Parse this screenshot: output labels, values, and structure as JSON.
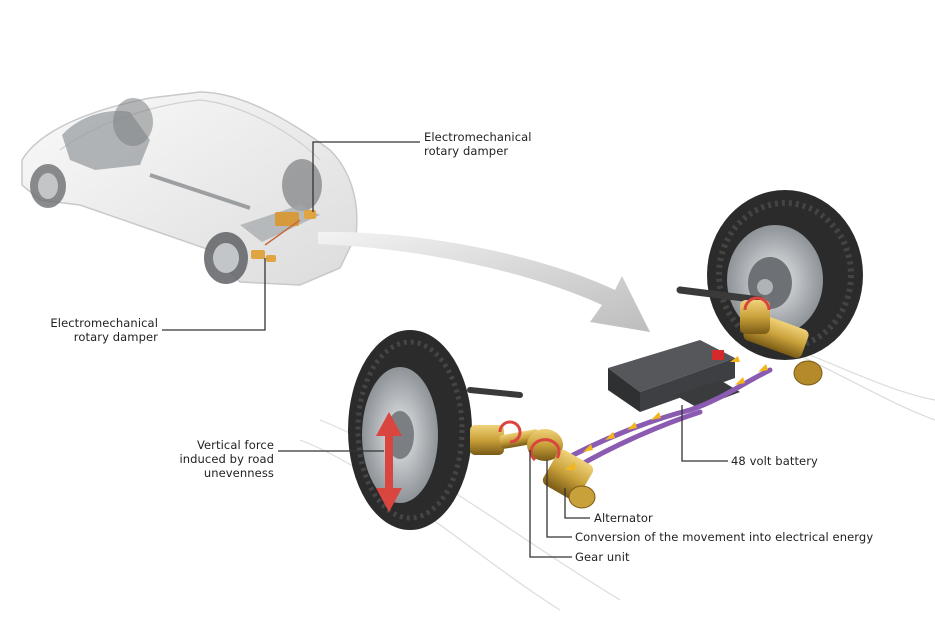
{
  "diagram": {
    "labels": {
      "damper_top": [
        "Electromechanical",
        "rotary damper"
      ],
      "damper_bottom": [
        "Electromechanical",
        "rotary damper"
      ],
      "vertical_force": [
        "Vertical force",
        "induced by road",
        "unevenness"
      ],
      "battery": "48 volt battery",
      "alternator": "Alternator",
      "conversion": "Conversion of the movement into electrical energy",
      "gear_unit": "Gear unit"
    },
    "colors": {
      "brass": "#c9a13a",
      "brass_dark": "#8a6a1c",
      "cable_purple": "#8a5bb0",
      "arrow_yellow": "#f2b51c",
      "force_arrow_red": "#d9453f",
      "tire": "#2b2b2b",
      "rim": "#bfc3c7",
      "battery_body": "#3a3b3d",
      "callout_line": "#333333",
      "big_arrow": "#c8c8c8"
    }
  }
}
